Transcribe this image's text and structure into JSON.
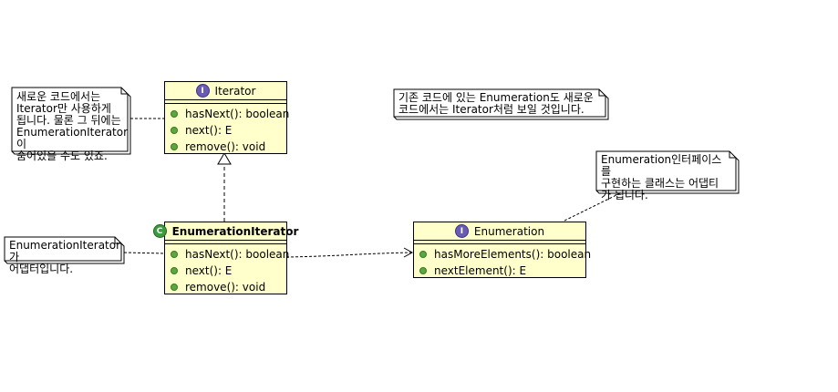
{
  "classes": {
    "iterator": {
      "stereotype": "I",
      "name": "Iterator",
      "methods": [
        "hasNext(): boolean",
        "next(): E",
        "remove(): void"
      ]
    },
    "enumeration_iterator": {
      "stereotype": "C",
      "name": "EnumerationIterator",
      "methods": [
        "hasNext(): boolean",
        "next(): E",
        "remove(): void"
      ]
    },
    "enumeration": {
      "stereotype": "I",
      "name": "Enumeration",
      "methods": [
        "hasMoreElements(): boolean",
        "nextElement(): E"
      ]
    }
  },
  "notes": {
    "iterator_note": "새로운 코드에서는\nIterator만 사용하게\n됩니다. 물론 그 뒤에는\nEnumerationIterator이\n숨어있을 수도 있죠.",
    "adapter_note": "EnumerationIterator가\n어댑터입니다.",
    "legacy_note": "기존 코드에 있는 Enumeration도 새로운\n코드에서는 Iterator처럼 보일 것입니다.",
    "enumeration_note": "Enumeration인터페이스를\n구현하는 클래스는 어댑티\n가 됩니다."
  },
  "colors": {
    "class_fill": "#ffffcc",
    "interface_badge": "#6a5bb5",
    "class_badge": "#3e9a3e",
    "method_dot": "#5aa83e"
  }
}
